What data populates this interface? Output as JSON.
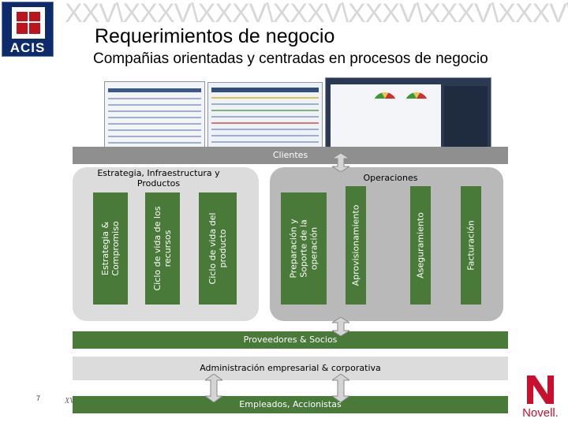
{
  "header": {
    "logo_text": "ACIS",
    "pattern": "XXV\\XXXV\\XXXV\\XXXV\\XXXV\\XXXV\\XXXV\\XXXV\\",
    "title": "Requerimientos de negocio",
    "subtitle": "Compañias orientadas y centradas en procesos de negocio"
  },
  "diagram": {
    "top_band": "Clientes",
    "left_group": {
      "title": "Estrategia, Infraestructura y Productos",
      "columns": [
        "Estrategia & Compromiso",
        "Ciclo de vida de los recursos",
        "Ciclo de vida del producto"
      ]
    },
    "right_group": {
      "title": "Operaciones",
      "columns": [
        "Preparación y Soporte de la operación",
        "Aprovisionamiento",
        "Aseguramiento",
        "Facturación"
      ]
    },
    "bands": {
      "proveedores": "Proveedores & Socios",
      "administracion": "Administración empresarial & corporativa",
      "empleados": "Empleados, Accionistas"
    }
  },
  "footer": {
    "page_number": "7",
    "novell_word": "Novell."
  },
  "colors": {
    "green": "#4a7a3a",
    "gray_band": "#8f8f8f",
    "novell_red": "#c8102e",
    "acis_blue": "#0d2a6a"
  }
}
